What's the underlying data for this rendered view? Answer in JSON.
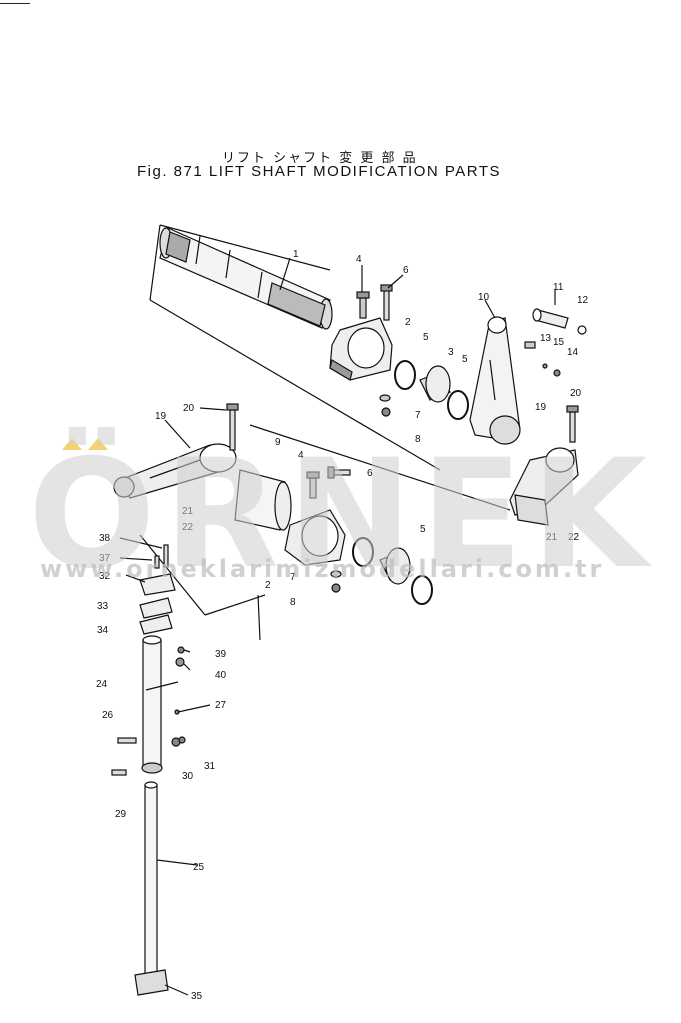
{
  "title": {
    "japanese": "リフト シャフト 変 更 部 品",
    "english": "Fig. 871 LIFT SHAFT MODIFICATION PARTS"
  },
  "watermark": {
    "brand": "ÖRNEK",
    "url": "www.orneklarimizmodellari.com.tr",
    "color": "#cfcfcf",
    "accent": "#f2c74a"
  },
  "labels": [
    {
      "id": "l1",
      "text": "1"
    },
    {
      "id": "l2a",
      "text": "2"
    },
    {
      "id": "l3",
      "text": "3"
    },
    {
      "id": "l4a",
      "text": "4"
    },
    {
      "id": "l5a",
      "text": "5"
    },
    {
      "id": "l5b",
      "text": "5"
    },
    {
      "id": "l6a",
      "text": "6"
    },
    {
      "id": "l7a",
      "text": "7"
    },
    {
      "id": "l8a",
      "text": "8"
    },
    {
      "id": "l10",
      "text": "10"
    },
    {
      "id": "l11",
      "text": "11"
    },
    {
      "id": "l12",
      "text": "12"
    },
    {
      "id": "l13",
      "text": "13"
    },
    {
      "id": "l14",
      "text": "14"
    },
    {
      "id": "l15",
      "text": "15"
    },
    {
      "id": "l19a",
      "text": "19"
    },
    {
      "id": "l19b",
      "text": "19"
    },
    {
      "id": "l20a",
      "text": "20"
    },
    {
      "id": "l20b",
      "text": "20"
    },
    {
      "id": "l9",
      "text": "9"
    },
    {
      "id": "l4b",
      "text": "4"
    },
    {
      "id": "l6b",
      "text": "6"
    },
    {
      "id": "l21a",
      "text": "21"
    },
    {
      "id": "l22a",
      "text": "22"
    },
    {
      "id": "l21b",
      "text": "21"
    },
    {
      "id": "l22b",
      "text": "22"
    },
    {
      "id": "l2b",
      "text": "2"
    },
    {
      "id": "l7b",
      "text": "7"
    },
    {
      "id": "l8b",
      "text": "8"
    },
    {
      "id": "l5c",
      "text": "5"
    },
    {
      "id": "l38",
      "text": "38"
    },
    {
      "id": "l37",
      "text": "37"
    },
    {
      "id": "l32",
      "text": "32"
    },
    {
      "id": "l33",
      "text": "33"
    },
    {
      "id": "l34",
      "text": "34"
    },
    {
      "id": "l39",
      "text": "39"
    },
    {
      "id": "l40",
      "text": "40"
    },
    {
      "id": "l24",
      "text": "24"
    },
    {
      "id": "l27",
      "text": "27"
    },
    {
      "id": "l26",
      "text": "26"
    },
    {
      "id": "l30",
      "text": "30"
    },
    {
      "id": "l31",
      "text": "31"
    },
    {
      "id": "l29",
      "text": "29"
    },
    {
      "id": "l25",
      "text": "25"
    },
    {
      "id": "l35",
      "text": "35"
    }
  ]
}
